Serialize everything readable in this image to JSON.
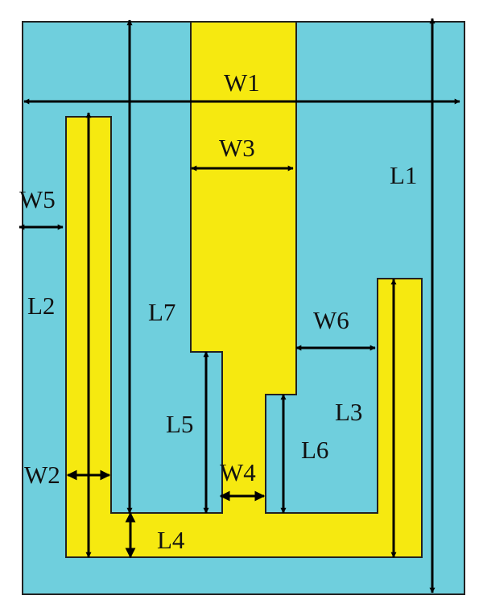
{
  "colors": {
    "substrate": "#6fcfdd",
    "patch": "#f6e910",
    "outline": "#222222",
    "arrow": "#000000"
  },
  "labels": {
    "W1": "W1",
    "W2": "W2",
    "W3": "W3",
    "W4": "W4",
    "W5": "W5",
    "W6": "W6",
    "L1": "L1",
    "L2": "L2",
    "L3": "L3",
    "L4": "L4",
    "L5": "L5",
    "L6": "L6",
    "L7": "L7"
  }
}
